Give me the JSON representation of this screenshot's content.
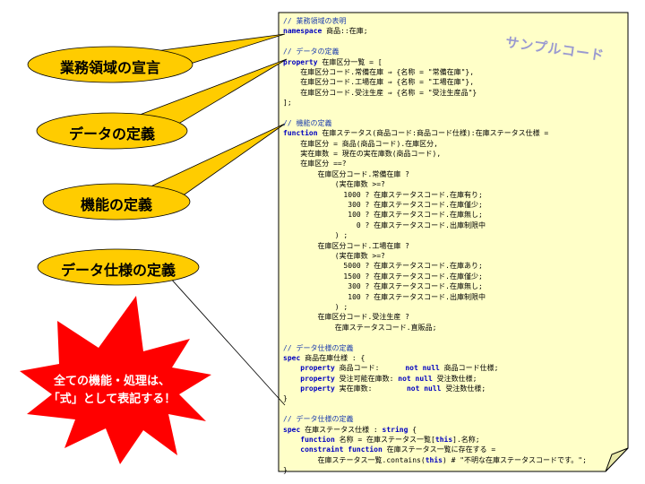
{
  "sample_label": "サンプルコード",
  "callouts": [
    {
      "label": "業務領域の宣言"
    },
    {
      "label": "データの定義"
    },
    {
      "label": "機能の定義"
    },
    {
      "label": "データ仕様の定義"
    }
  ],
  "burst": {
    "line1": "全ての機能・処理は、",
    "line2": "「式」として表記する！"
  },
  "colors": {
    "paper": "#ffffc8",
    "callout": "#ffcc00",
    "burst": "#ff0000",
    "comment": "#1f3fae",
    "keyword": "#0000c0"
  },
  "code_lines": [
    [
      {
        "t": "// 業務領域の表明",
        "c": "cm"
      }
    ],
    [
      {
        "t": "namespace",
        "c": "kw"
      },
      {
        "t": " 商品::在庫;"
      }
    ],
    [],
    [
      {
        "t": "// データの定義",
        "c": "cm"
      }
    ],
    [
      {
        "t": "property",
        "c": "kw"
      },
      {
        "t": " 在庫区分一覧 = ["
      }
    ],
    [
      {
        "t": "    在庫区分コード.常備在庫 ⇒ {名称 = \"常備在庫\"},"
      }
    ],
    [
      {
        "t": "    在庫区分コード.工場在庫 ⇒ {名称 = \"工場在庫\"},"
      }
    ],
    [
      {
        "t": "    在庫区分コード.受注生産 ⇒ {名称 = \"受注生産品\"}"
      }
    ],
    [
      {
        "t": "];"
      }
    ],
    [],
    [
      {
        "t": "// 機能の定義",
        "c": "cm"
      }
    ],
    [
      {
        "t": "function",
        "c": "kw"
      },
      {
        "t": " 在庫ステータス(商品コード:商品コード仕様):在庫ステータス仕様 ="
      }
    ],
    [
      {
        "t": "    在庫区分 = 商品(商品コード).在庫区分,"
      }
    ],
    [
      {
        "t": "    実在庫数 = 現在の実在庫数(商品コード),"
      }
    ],
    [
      {
        "t": "    在庫区分 ==?"
      }
    ],
    [
      {
        "t": "        在庫区分コード.常備在庫 ?"
      }
    ],
    [
      {
        "t": "            (実在庫数 >=?"
      }
    ],
    [
      {
        "t": "              1000 ? 在庫ステータスコード.在庫有り;"
      }
    ],
    [
      {
        "t": "               300 ? 在庫ステータスコード.在庫僅少;"
      }
    ],
    [
      {
        "t": "               100 ? 在庫ステータスコード.在庫無し;"
      }
    ],
    [
      {
        "t": "                 0 ? 在庫ステータスコード.出庫制限中"
      }
    ],
    [
      {
        "t": "            ) ;"
      }
    ],
    [
      {
        "t": "        在庫区分コード.工場在庫 ?"
      }
    ],
    [
      {
        "t": "            (実在庫数 >=?"
      }
    ],
    [
      {
        "t": "              5000 ? 在庫ステータスコード.在庫あり;"
      }
    ],
    [
      {
        "t": "              1500 ? 在庫ステータスコード.在庫僅少;"
      }
    ],
    [
      {
        "t": "               300 ? 在庫ステータスコード.在庫無し;"
      }
    ],
    [
      {
        "t": "               100 ? 在庫ステータスコード.出庫制限中"
      }
    ],
    [
      {
        "t": "            ) ;"
      }
    ],
    [
      {
        "t": "        在庫区分コード.受注生産 ?"
      }
    ],
    [
      {
        "t": "            在庫ステータスコード.直販品;"
      }
    ],
    [],
    [
      {
        "t": "// データ仕様の定義",
        "c": "cm"
      }
    ],
    [
      {
        "t": "spec",
        "c": "kw"
      },
      {
        "t": " 商品在庫仕様 : {"
      }
    ],
    [
      {
        "t": "    "
      },
      {
        "t": "property",
        "c": "kw"
      },
      {
        "t": " 商品コード:      "
      },
      {
        "t": "not null",
        "c": "kw"
      },
      {
        "t": " 商品コード仕様;"
      }
    ],
    [
      {
        "t": "    "
      },
      {
        "t": "property",
        "c": "kw"
      },
      {
        "t": " 受注可能在庫数: "
      },
      {
        "t": "not null",
        "c": "kw"
      },
      {
        "t": " 受注数仕様;"
      }
    ],
    [
      {
        "t": "    "
      },
      {
        "t": "property",
        "c": "kw"
      },
      {
        "t": " 実在庫数:        "
      },
      {
        "t": "not null",
        "c": "kw"
      },
      {
        "t": " 受注数仕様;"
      }
    ],
    [
      {
        "t": "}"
      }
    ],
    [],
    [
      {
        "t": "// データ仕様の定義",
        "c": "cm"
      }
    ],
    [
      {
        "t": "spec",
        "c": "kw"
      },
      {
        "t": " 在庫ステータス仕様 : "
      },
      {
        "t": "string",
        "c": "kw"
      },
      {
        "t": " {"
      }
    ],
    [
      {
        "t": "    "
      },
      {
        "t": "function",
        "c": "kw"
      },
      {
        "t": " 名称 = 在庫ステータス一覧["
      },
      {
        "t": "this",
        "c": "kw"
      },
      {
        "t": "].名称;"
      }
    ],
    [
      {
        "t": "    "
      },
      {
        "t": "constraint function",
        "c": "kw"
      },
      {
        "t": " 在庫ステータス一覧に存在する ="
      }
    ],
    [
      {
        "t": "        在庫ステータス一覧.contains("
      },
      {
        "t": "this",
        "c": "kw"
      },
      {
        "t": ") # \"不明な在庫ステータスコードです。\";"
      }
    ],
    [
      {
        "t": "}"
      }
    ]
  ]
}
